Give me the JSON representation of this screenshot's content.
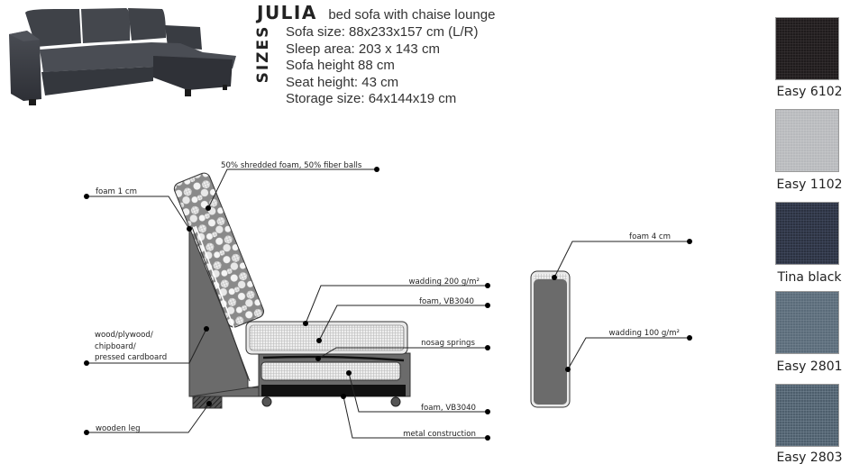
{
  "product": {
    "name": "JULIA",
    "subtitle": "bed sofa with chaise lounge",
    "photo_alt": "dark grey corner sofa with chaise lounge"
  },
  "sizes": {
    "heading": "SIZES",
    "lines": [
      "Sofa size: 88x233x157 cm (L/R)",
      "Sleep area: 203 x 143 cm",
      "Sofa height 88 cm",
      "Seat height: 43 cm",
      "Storage size: 64x144x19 cm"
    ]
  },
  "fabrics": [
    {
      "label": "Easy 6102",
      "color": "#1f1b1c",
      "thread": "#4a4445"
    },
    {
      "label": "Easy 1102",
      "color": "#b7b9bc",
      "thread": "#d4d5d6"
    },
    {
      "label": "Tina black",
      "color": "#2b3140",
      "thread": "#56607a"
    },
    {
      "label": "Easy 2801",
      "color": "#5a6b79",
      "thread": "#8796a3"
    },
    {
      "label": "Easy 2803",
      "color": "#4d5e6c",
      "thread": "#8a9aa8"
    }
  ],
  "diagram": {
    "labels": {
      "backrest_fill": "50% shredded foam, 50% fiber balls",
      "foam_1cm": "foam 1 cm",
      "frame": [
        "wood/plywood/",
        "chipboard/",
        "pressed cardboard"
      ],
      "wooden_leg": "wooden leg",
      "wadding_200": "wadding 200 g/m²",
      "foam_seat": "foam, VB3040",
      "nosag": "nosag springs",
      "foam_bed": "foam, VB3040",
      "metal": "metal construction",
      "arm_foam": "foam 4 cm",
      "arm_wadding": "wadding 100 g/m²"
    },
    "colors": {
      "frame": "#6b6b6b",
      "cushion": "#e6e6e6",
      "metal": "#111111",
      "dot": "#000000"
    }
  }
}
